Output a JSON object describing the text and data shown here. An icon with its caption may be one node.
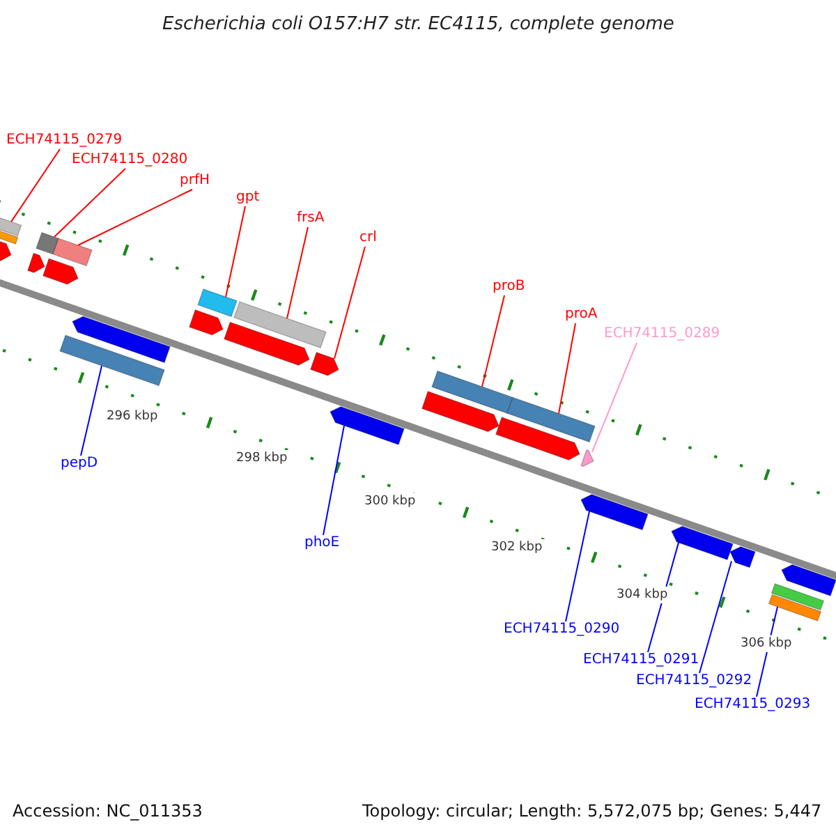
{
  "diagram": {
    "title": "Escherichia coli O157:H7 str. EC4115, complete genome",
    "nodes": [
      {
        "text": [
          "ECH74115_0279"
        ]
      },
      {
        "text": [
          "ECH74115_0280"
        ]
      },
      {
        "text": [
          "prfH"
        ]
      },
      {
        "text": [
          "gpt"
        ]
      },
      {
        "text": [
          "frsA"
        ]
      },
      {
        "text": [
          "crl"
        ]
      },
      {
        "text": [
          "proB"
        ]
      },
      {
        "text": [
          "proA"
        ]
      },
      {
        "text": [
          "ECH74115_0289"
        ]
      },
      {
        "text": [
          "pepD"
        ]
      },
      {
        "text": [
          "phoE"
        ]
      },
      {
        "text": [
          "ECH74115_0290"
        ]
      },
      {
        "text": [
          "ECH74115_0291"
        ]
      },
      {
        "text": [
          "ECH74115_0292"
        ]
      },
      {
        "text": [
          "ECH74115_0293"
        ]
      },
      {
        "text": [],
        "shape": "bar"
      },
      {
        "text": [],
        "shape": "bar"
      },
      {
        "text": [],
        "shape": "bar"
      },
      {
        "text": [],
        "shape": "bar"
      },
      {
        "text": [],
        "shape": "bar"
      },
      {
        "text": [],
        "shape": "arrow"
      },
      {
        "text": [],
        "shape": "bar"
      },
      {
        "text": [],
        "shape": "bar"
      },
      {
        "text": [],
        "shape": "arrow"
      },
      {
        "text": [],
        "shape": "bar"
      },
      {
        "text": [],
        "shape": "arrow"
      },
      {
        "text": [],
        "shape": "arrow"
      },
      {
        "text": [],
        "shape": "arrow"
      },
      {
        "text": [],
        "shape": "arrow"
      },
      {
        "text": [],
        "shape": "bar"
      },
      {
        "text": [],
        "shape": "bar"
      },
      {
        "text": [],
        "shape": "arrow"
      },
      {
        "text": [],
        "shape": "arrow"
      },
      {
        "text": [],
        "shape": "arrow"
      },
      {
        "text": [],
        "shape": "arrow"
      },
      {
        "text": [],
        "shape": "arrow"
      },
      {
        "text": [],
        "shape": "arrow"
      },
      {
        "text": [],
        "shape": "arrow"
      },
      {
        "text": [],
        "shape": "arrow"
      },
      {
        "text": [],
        "shape": "bar"
      },
      {
        "text": [],
        "shape": "arrow"
      }
    ],
    "edges": [
      {
        "from": 0,
        "to": 15,
        "arrow": "none"
      },
      {
        "from": 1,
        "to": 16,
        "arrow": "none"
      },
      {
        "from": 2,
        "to": 17,
        "arrow": "none"
      },
      {
        "from": 3,
        "to": 18,
        "arrow": "none"
      },
      {
        "from": 4,
        "to": 19,
        "arrow": "none"
      },
      {
        "from": 5,
        "to": 20,
        "arrow": "none"
      },
      {
        "from": 6,
        "to": 21,
        "arrow": "none"
      },
      {
        "from": 7,
        "to": 22,
        "arrow": "none"
      },
      {
        "from": 8,
        "to": 23,
        "arrow": "none",
        "color": "#ff99cc"
      },
      {
        "from": 9,
        "to": 24,
        "arrow": "none",
        "color": "#0000ff"
      },
      {
        "from": 10,
        "to": 25,
        "arrow": "none",
        "color": "#0000ff"
      },
      {
        "from": 11,
        "to": 26,
        "arrow": "none",
        "color": "#0000ff"
      },
      {
        "from": 12,
        "to": 27,
        "arrow": "none",
        "color": "#0000ff"
      },
      {
        "from": 13,
        "to": 28,
        "arrow": "none",
        "color": "#0000ff"
      },
      {
        "from": 14,
        "to": 29,
        "arrow": "none",
        "color": "#0000ff"
      }
    ],
    "labels": [
      "296 kbp",
      "298 kbp",
      "300 kbp",
      "302 kbp",
      "304 kbp",
      "306 kbp",
      "Accession: NC_011353",
      "Topology: circular; Length: 5,572,075 bp; Genes: 5,447"
    ]
  }
}
